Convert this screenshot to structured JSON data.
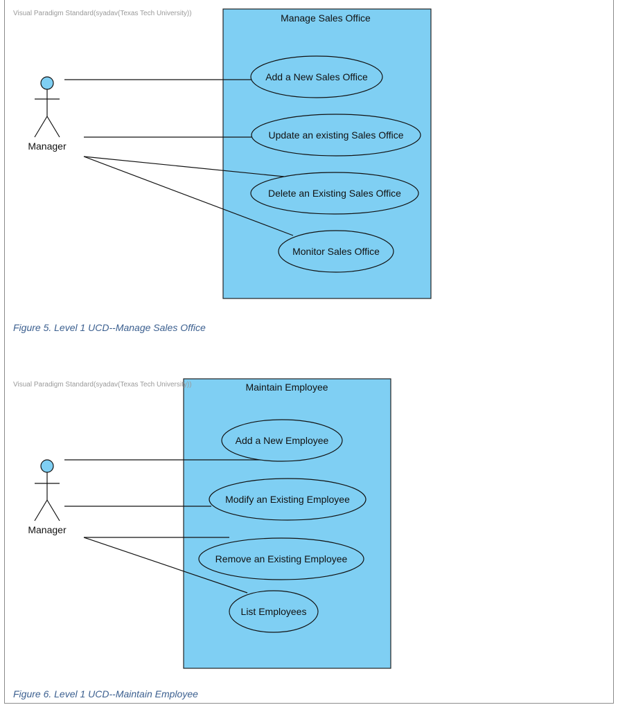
{
  "colors": {
    "use_case_fill": "#7fcff3",
    "caption": "#3b5f8f",
    "watermark": "#9a9a9a"
  },
  "diagram1": {
    "watermark": "Visual Paradigm Standard(syadav(Texas Tech University))",
    "system_name": "Manage Sales Office",
    "actor": "Manager",
    "use_cases": [
      "Add a New Sales Office",
      "Update an existing Sales Office",
      "Delete an Existing Sales Office",
      "Monitor Sales Office"
    ],
    "caption": "Figure 5. Level 1 UCD--Manage Sales Office"
  },
  "diagram2": {
    "watermark": "Visual Paradigm Standard(syadav(Texas Tech University))",
    "system_name": "Maintain Employee",
    "actor": "Manager",
    "use_cases": [
      "Add a New Employee",
      "Modify an Existing Employee",
      "Remove an Existing Employee",
      "List Employees"
    ],
    "caption": "Figure 6. Level 1 UCD--Maintain Employee"
  }
}
